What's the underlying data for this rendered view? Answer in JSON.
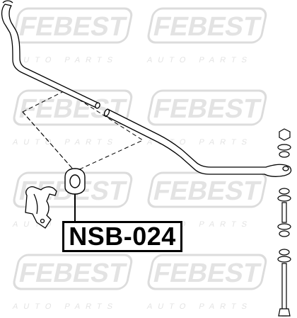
{
  "watermark": {
    "brand": "FEBEST",
    "tagline": "AUTO PARTS",
    "color": "#d9d9d9"
  },
  "part_number": "NSB-024",
  "line_color": "#000000",
  "components": [
    "stabilizer-bar-left",
    "stabilizer-bar-right",
    "bushing",
    "bushing-bracket",
    "link-stack"
  ]
}
